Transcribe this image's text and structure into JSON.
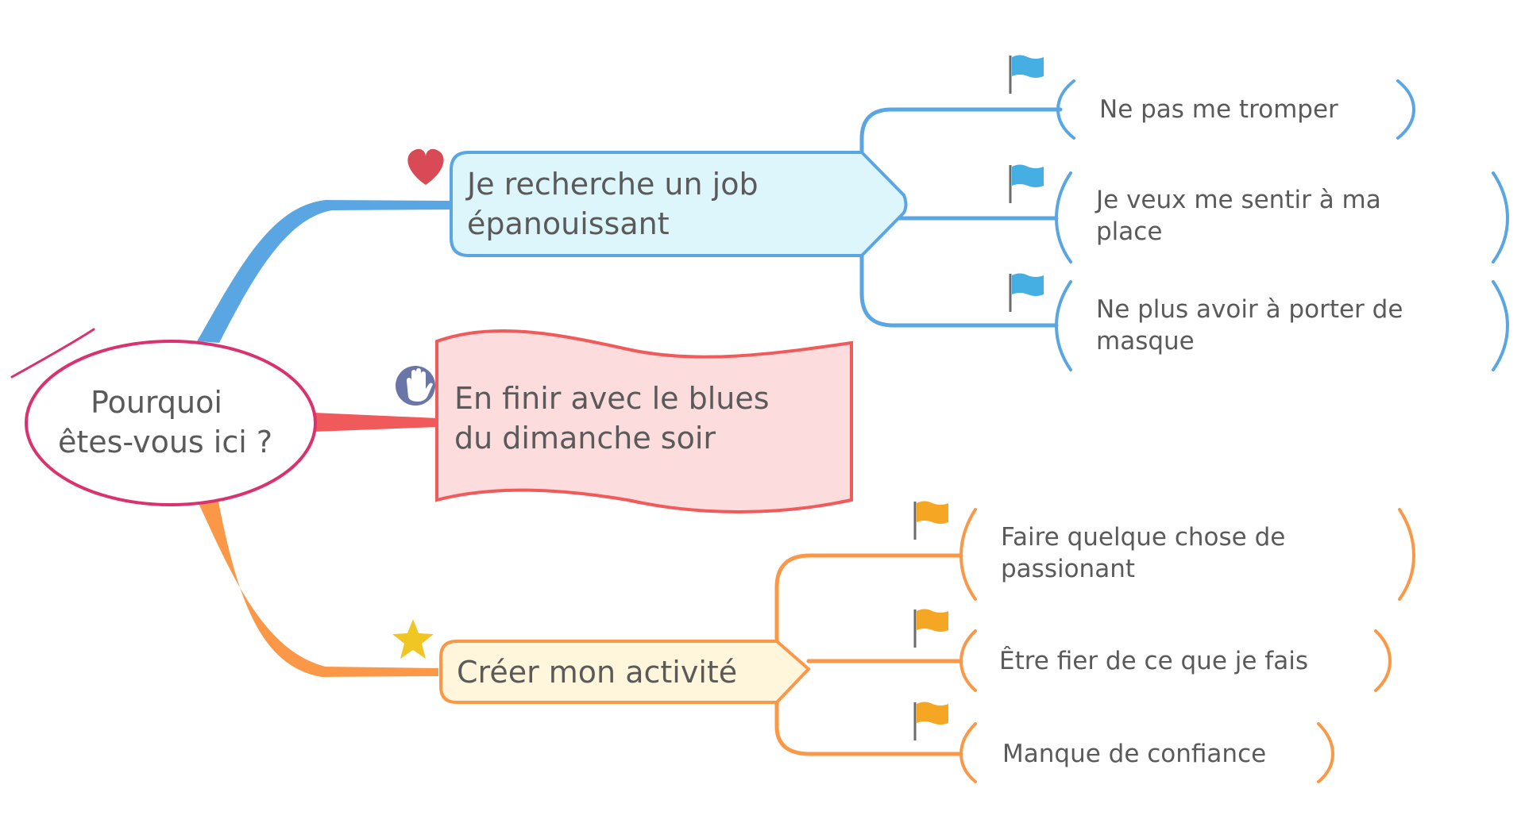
{
  "center": {
    "lines": [
      "Pourquoi",
      "êtes-vous ici ?"
    ]
  },
  "branches": [
    {
      "id": "job",
      "lines": [
        "Je recherche un job",
        "épanouissant"
      ],
      "icon": "heart-icon",
      "color": "#5aa6e2",
      "fill": "#ddf6fc",
      "children": [
        {
          "lines": [
            "Ne pas me tromper"
          ]
        },
        {
          "lines": [
            "Je veux me sentir à ma",
            "place"
          ]
        },
        {
          "lines": [
            "Ne plus avoir à porter de",
            "masque"
          ]
        }
      ]
    },
    {
      "id": "blues",
      "lines": [
        "En finir avec le blues",
        "du dimanche soir"
      ],
      "icon": "hand-stop-icon",
      "color": "#f15a5a",
      "fill": "#fddcdd",
      "children": []
    },
    {
      "id": "activite",
      "lines": [
        "Créer mon activité"
      ],
      "icon": "star-icon",
      "color": "#fb9848",
      "fill": "#fff6db",
      "children": [
        {
          "lines": [
            "Faire quelque chose de",
            "passionant"
          ]
        },
        {
          "lines": [
            "Être fier de ce que je fais"
          ]
        },
        {
          "lines": [
            "Manque de confiance"
          ]
        }
      ]
    }
  ],
  "colors": {
    "center_outline": "#d9326e",
    "heart": "#d84a56",
    "star": "#efc622",
    "hand_badge": "#6a75a8",
    "flag_blue": "#45aee2",
    "flag_orange": "#f5a623"
  }
}
